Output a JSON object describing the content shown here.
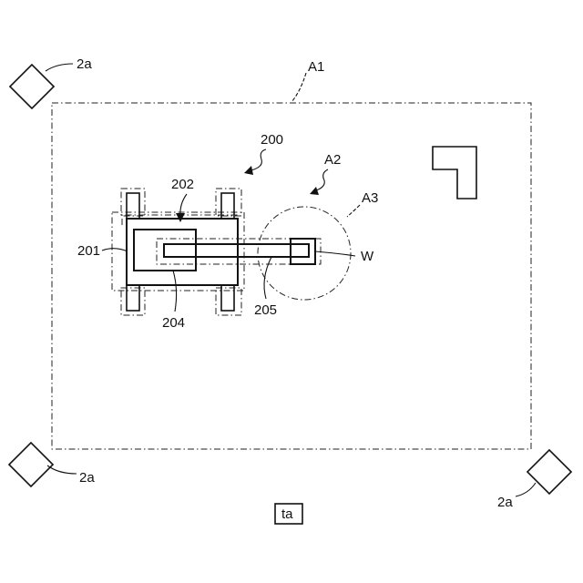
{
  "labels": {
    "area_a1": "A1",
    "area_a2": "A2",
    "area_a3": "A3",
    "robot_200": "200",
    "part_201": "201",
    "part_202": "202",
    "part_204": "204",
    "part_205": "205",
    "workpiece": "W",
    "marker_tl": "2a",
    "marker_bl": "2a",
    "marker_br": "2a",
    "table": "ta"
  }
}
